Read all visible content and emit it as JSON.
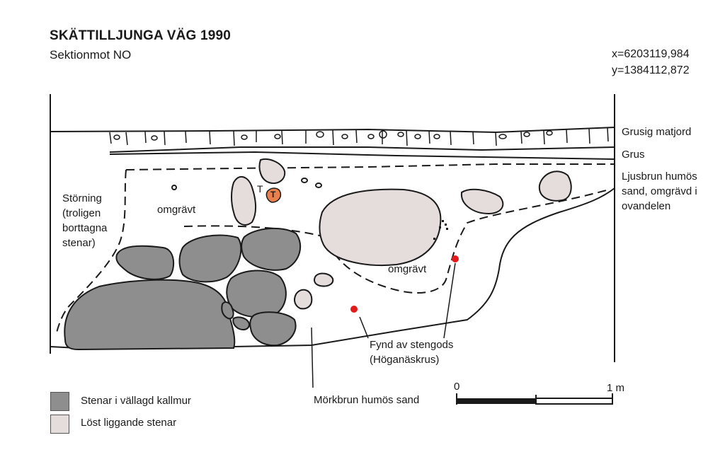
{
  "header": {
    "title": "SKÄTTILLJUNGA VÄG 1990",
    "subtitle": "Sektionmot NO"
  },
  "coordinates": {
    "x": "x=6203119,984",
    "y": "y=1384112,872"
  },
  "layers": {
    "grusig_matjord": "Grusig matjord",
    "grus": "Grus",
    "ljusbrun": "Ljusbrun humös\nsand, omgrävd i\novandelen",
    "morkbrun": "Mörkbrun humös sand"
  },
  "annotations": {
    "storning": "Störning\n(troligen\nborttagna\nstenar)",
    "omgravt_left": "omgrävt",
    "omgravt_center": "omgrävt",
    "t_marker": "T",
    "t_find": "T",
    "fynd": "Fynd av stengods\n(Höganäskrus)"
  },
  "scale": {
    "start_label": "0",
    "end_label": "1 m"
  },
  "legend": {
    "items": [
      {
        "label": "Stenar i vällagd kallmur",
        "color": "#8e8e8e"
      },
      {
        "label": "Löst liggande stenar",
        "color": "#e5dcdc"
      }
    ]
  },
  "colors": {
    "dark_stone": "#8e8e8e",
    "light_stone": "#e5dcdc",
    "find_dot": "#e31b1b",
    "t_find": "#e8804d",
    "line": "#1a1a1a"
  }
}
